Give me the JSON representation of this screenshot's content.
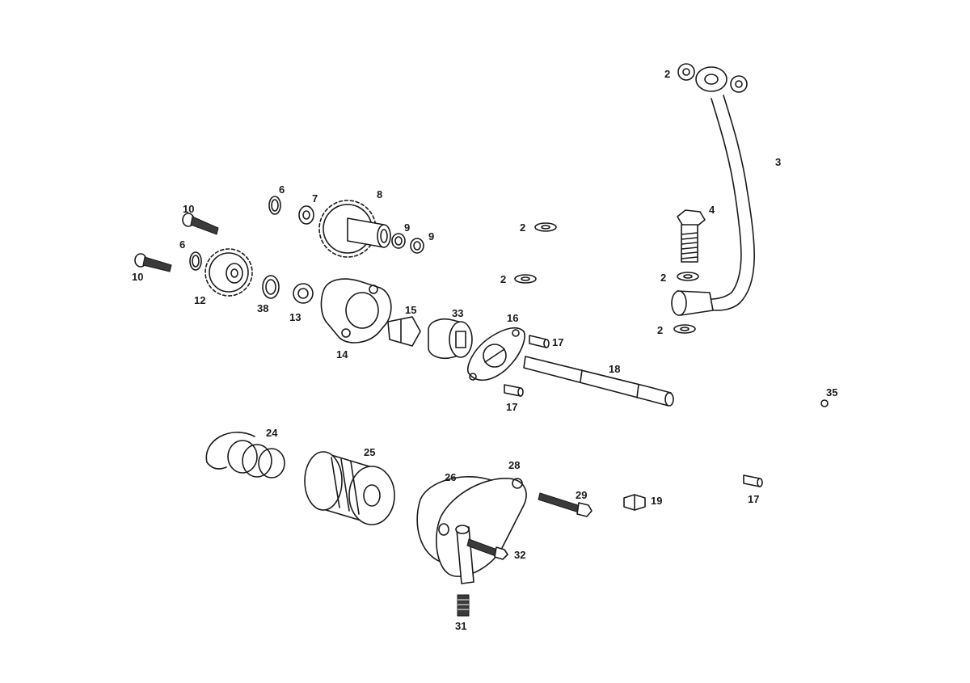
{
  "diagram": {
    "callouts": {
      "c2a": "2",
      "c2b": "2",
      "c2c": "2",
      "c2d": "2",
      "c2e": "2",
      "c3": "3",
      "c4": "4",
      "c6a": "6",
      "c6b": "6",
      "c7": "7",
      "c8": "8",
      "c9a": "9",
      "c9b": "9",
      "c10a": "10",
      "c10b": "10",
      "c12": "12",
      "c13": "13",
      "c14": "14",
      "c15": "15",
      "c16": "16",
      "c17a": "17",
      "c17b": "17",
      "c17c": "17",
      "c18": "18",
      "c19": "19",
      "c24": "24",
      "c25": "25",
      "c26": "26",
      "c28": "28",
      "c29": "29",
      "c31": "31",
      "c32": "32",
      "c33": "33",
      "c35": "35",
      "c38": "38"
    }
  }
}
